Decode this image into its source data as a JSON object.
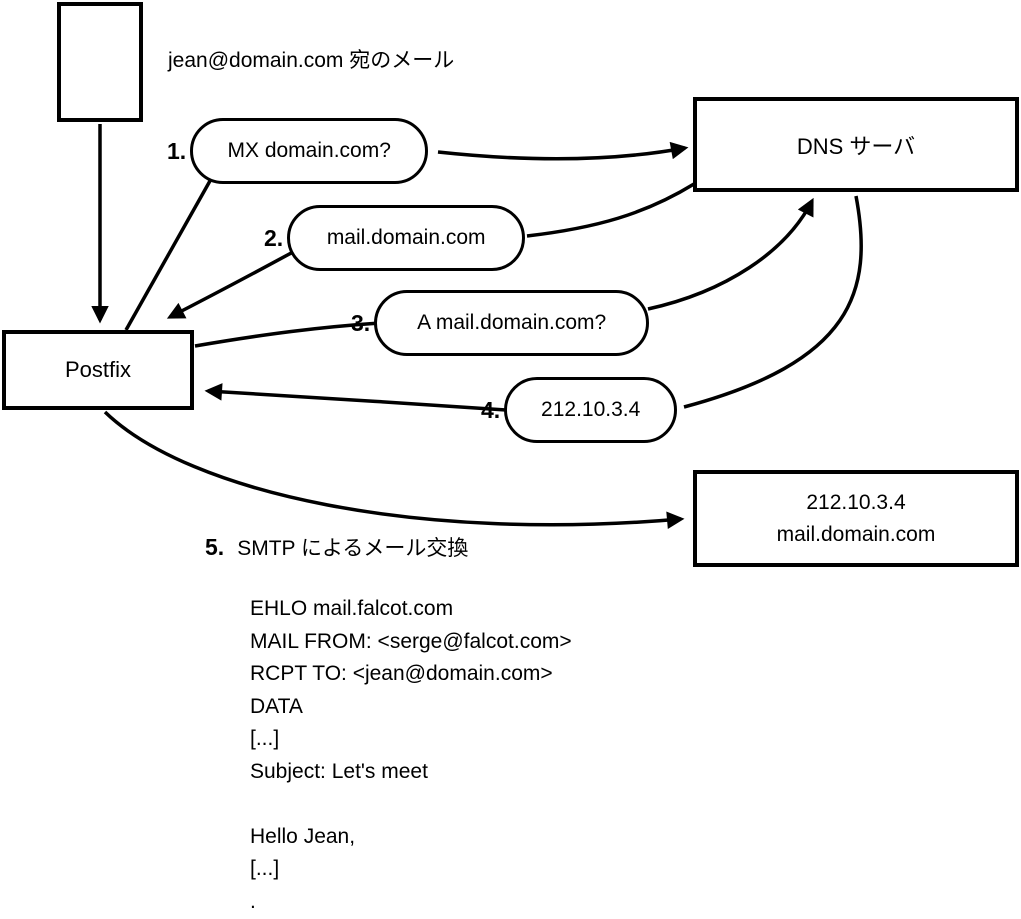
{
  "diagram": {
    "incoming_mail_label": "jean@domain.com 宛のメール",
    "nodes": {
      "postfix": {
        "label": "Postfix"
      },
      "dns_server": {
        "label": "DNS サーバ"
      },
      "mail_server": {
        "line1": "212.10.3.4",
        "line2": "mail.domain.com"
      }
    },
    "steps": [
      {
        "num": "1.",
        "label": "MX domain.com?"
      },
      {
        "num": "2.",
        "label": "mail.domain.com"
      },
      {
        "num": "3.",
        "label": "A mail.domain.com?"
      },
      {
        "num": "4.",
        "label": "212.10.3.4"
      }
    ],
    "step5": {
      "num": "5.",
      "label": "SMTP によるメール交換"
    },
    "smtp_transcript": [
      "EHLO mail.falcot.com",
      "MAIL FROM: <serge@falcot.com>",
      "RCPT TO: <jean@domain.com>",
      "DATA",
      "[...]",
      "Subject: Let's meet",
      "",
      "Hello Jean,",
      "[...]",
      "."
    ],
    "colors": {
      "stroke": "#000000",
      "background": "#ffffff"
    }
  }
}
